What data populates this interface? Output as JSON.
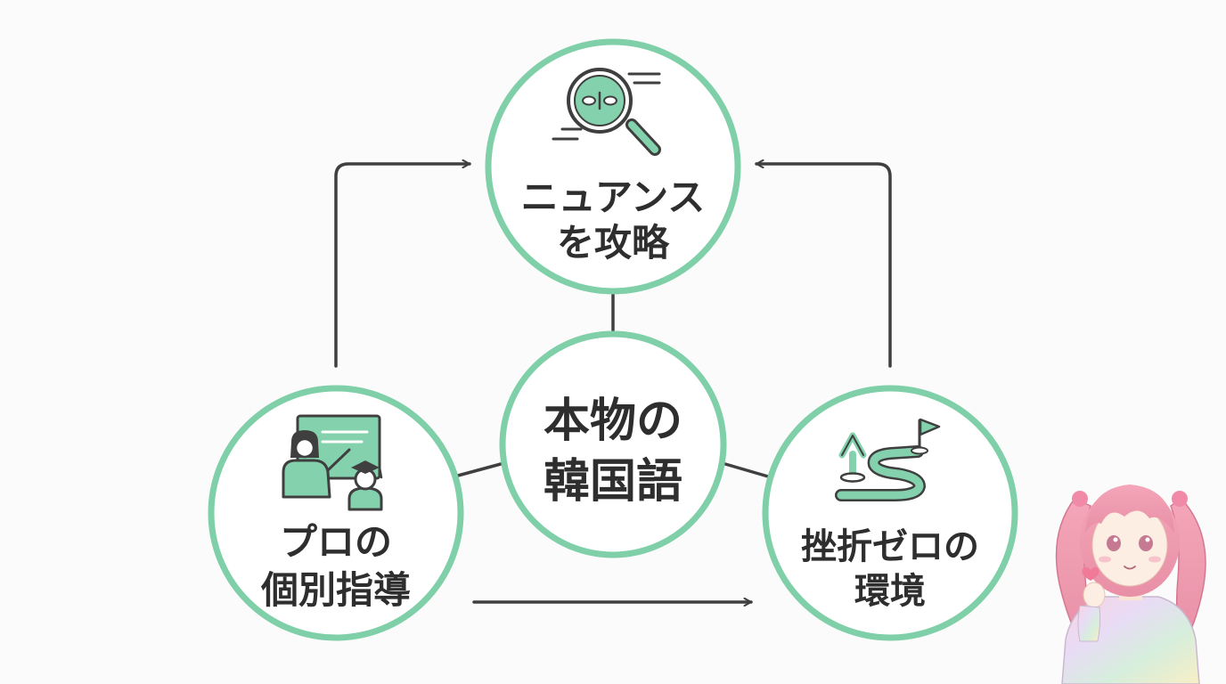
{
  "colors": {
    "accent": "#7fcfa8",
    "accent_fill": "#84d2ad",
    "line": "#3f3f3f",
    "text": "#2e2e2e",
    "background": "#fbfbfb"
  },
  "center": {
    "line1": "本物の",
    "line2": "韓国語"
  },
  "top": {
    "line1": "ニュアンス",
    "line2": "を攻略",
    "icon": "magnifier-icon"
  },
  "left": {
    "line1": "プロの",
    "line2": "個別指導",
    "icon": "teacher-icon"
  },
  "right": {
    "line1": "挫折ゼロの",
    "line2": "環境",
    "icon": "path-flag-icon"
  },
  "character": {
    "icon": "anime-girl-illustration"
  }
}
